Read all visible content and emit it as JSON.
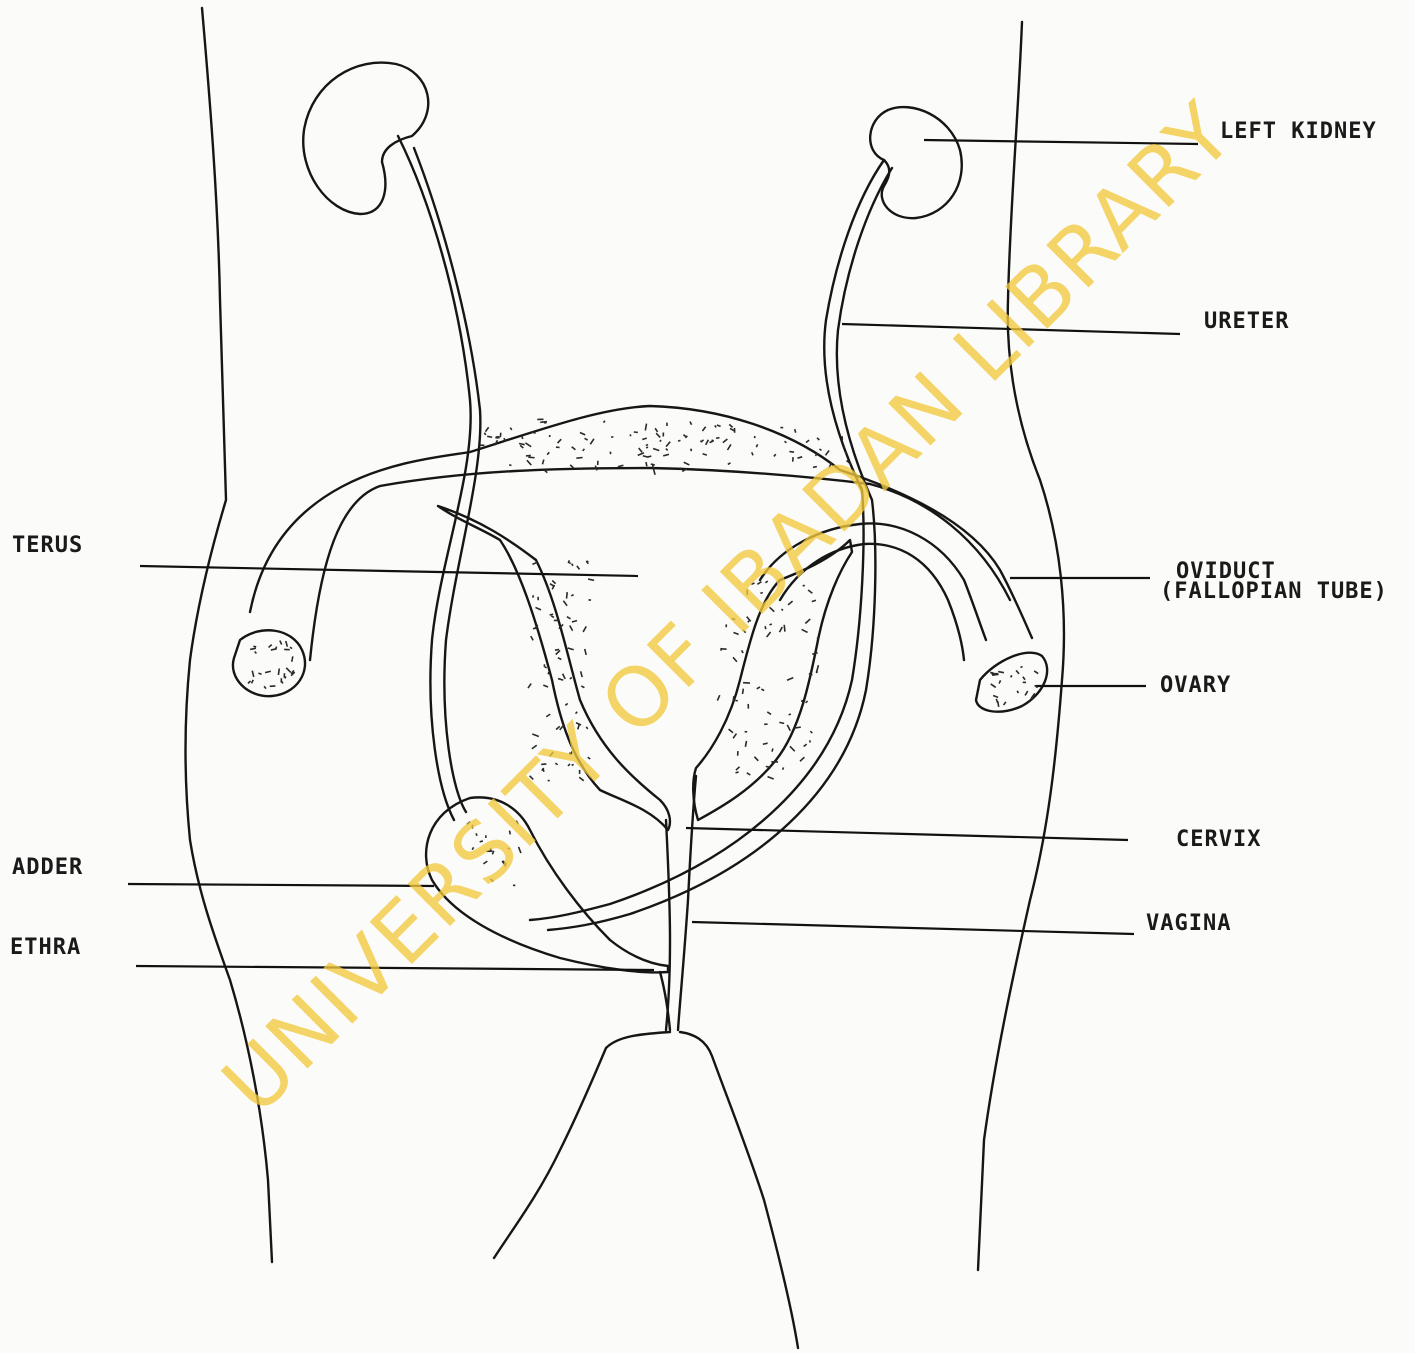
{
  "labels": {
    "left_kidney": "LEFT KIDNEY",
    "ureter": "URETER",
    "uterus": "TERUS",
    "oviduct": "OVIDUCT",
    "fallopian_tube": "(FALLOPIAN TUBE)",
    "ovary": "OVARY",
    "bladder": "ADDER",
    "cervix": "CERVIX",
    "urethra": "ETHRA",
    "vagina": "VAGINA"
  },
  "watermark": {
    "text": "UNIVERSITY OF IBADAN LIBRARY",
    "color": "#f2c93c"
  },
  "colors": {
    "ink": "#161616",
    "paper": "#fbfbf9"
  }
}
